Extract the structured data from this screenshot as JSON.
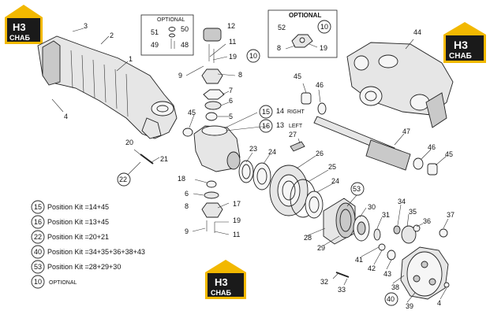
{
  "logo": {
    "mark": "H3",
    "text": "СНАБ",
    "color_bg": "#1a1a1a",
    "color_accent": "#f2b800"
  },
  "optional_box_left": {
    "title": "OPTIONAL",
    "parts": [
      "51",
      "50",
      "49",
      "48"
    ]
  },
  "optional_box_right": {
    "title": "OPTIONAL",
    "parts": [
      "52",
      "10",
      "8",
      "19"
    ]
  },
  "side_labels": {
    "right": "RIGHT",
    "left": "LEFT"
  },
  "part_numbers": {
    "p1": "1",
    "p2": "2",
    "p3": "3",
    "p4": "4",
    "p4b": "4",
    "p5": "5",
    "p6": "6",
    "p6b": "6",
    "p7": "7",
    "p8": "8",
    "p8b": "8",
    "p9": "9",
    "p9b": "9",
    "p11": "11",
    "p11b": "11",
    "p12": "12",
    "p13": "13",
    "p14": "14",
    "p15": "15",
    "p16": "16",
    "p17": "17",
    "p18": "18",
    "p19": "19",
    "p19b": "19",
    "p20": "20",
    "p21": "21",
    "p23": "23",
    "p24": "24",
    "p24b": "24",
    "p25": "25",
    "p26": "26",
    "p27": "27",
    "p28": "28",
    "p29": "29",
    "p30": "30",
    "p31": "31",
    "p32": "32",
    "p33": "33",
    "p34": "34",
    "p35": "35",
    "p36": "36",
    "p37": "37",
    "p38": "38",
    "p39": "39",
    "p41": "41",
    "p42": "42",
    "p43": "43",
    "p44": "44",
    "p45": "45",
    "p45b": "45",
    "p45c": "45",
    "p46": "46",
    "p46b": "46",
    "p47": "47"
  },
  "circled_numbers": {
    "c10": "10",
    "c15": "15",
    "c16": "16",
    "c22": "22",
    "c40": "40",
    "c53": "53"
  },
  "legend": [
    {
      "circle": "15",
      "text": "Position Kit =14+45"
    },
    {
      "circle": "16",
      "text": "Position Kit =13+45"
    },
    {
      "circle": "22",
      "text": "Position Kit =20+21"
    },
    {
      "circle": "40",
      "text": "Position Kit =34+35+36+38+43"
    },
    {
      "circle": "53",
      "text": "Position Kit =28+29+30"
    },
    {
      "circle": "10",
      "text": "OPTIONAL"
    }
  ]
}
